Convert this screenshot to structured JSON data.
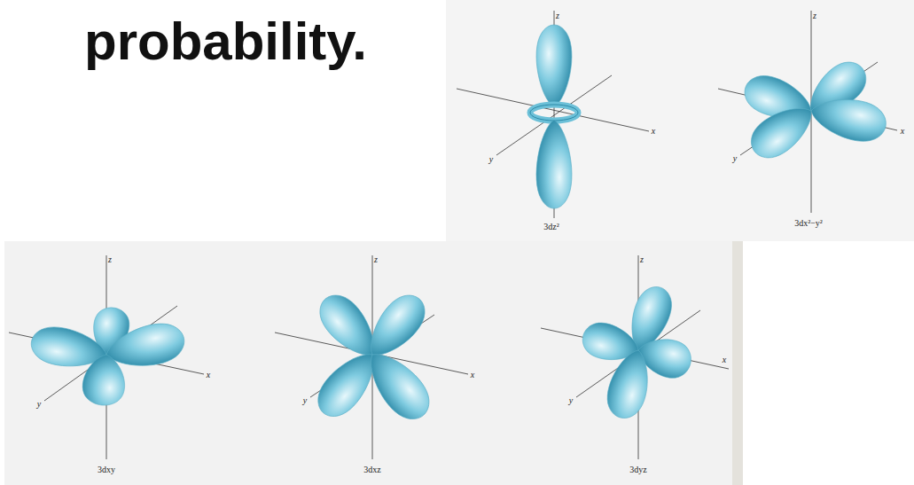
{
  "diagram": {
    "title": "probability.",
    "labels": [
      "z",
      "x",
      "y",
      "3dz²",
      "z",
      "x",
      "y",
      "3dx²−y²",
      "z",
      "x",
      "y",
      "3dxy",
      "z",
      "x",
      "y",
      "3dxz",
      "z",
      "x",
      "y",
      "3dyz"
    ]
  }
}
